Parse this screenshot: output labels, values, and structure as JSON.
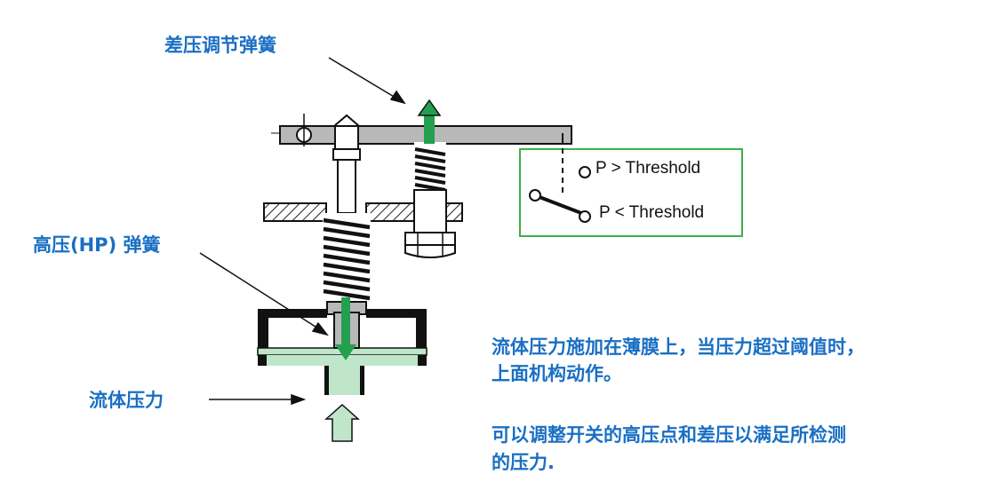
{
  "labels": {
    "diff_spring": "差压调节弹簧",
    "hp_spring": "高压(HP) 弹簧",
    "fluid_pressure": "流体压力"
  },
  "switch": {
    "upper": "P > Threshold",
    "lower": "P < Threshold"
  },
  "description": {
    "line1": "流体压力施加在薄膜上，当压力超过阈值时，",
    "line2": "上面机构动作。",
    "line3": "可以调整开关的高压点和差压以满足所检测",
    "line4": "的压力."
  },
  "colors": {
    "label_blue": "#1a6fc4",
    "green_arrow": "#22a050",
    "fluid": "#bfe6c9",
    "metal": "#b8b8b8",
    "box_border": "#3cb04a"
  }
}
